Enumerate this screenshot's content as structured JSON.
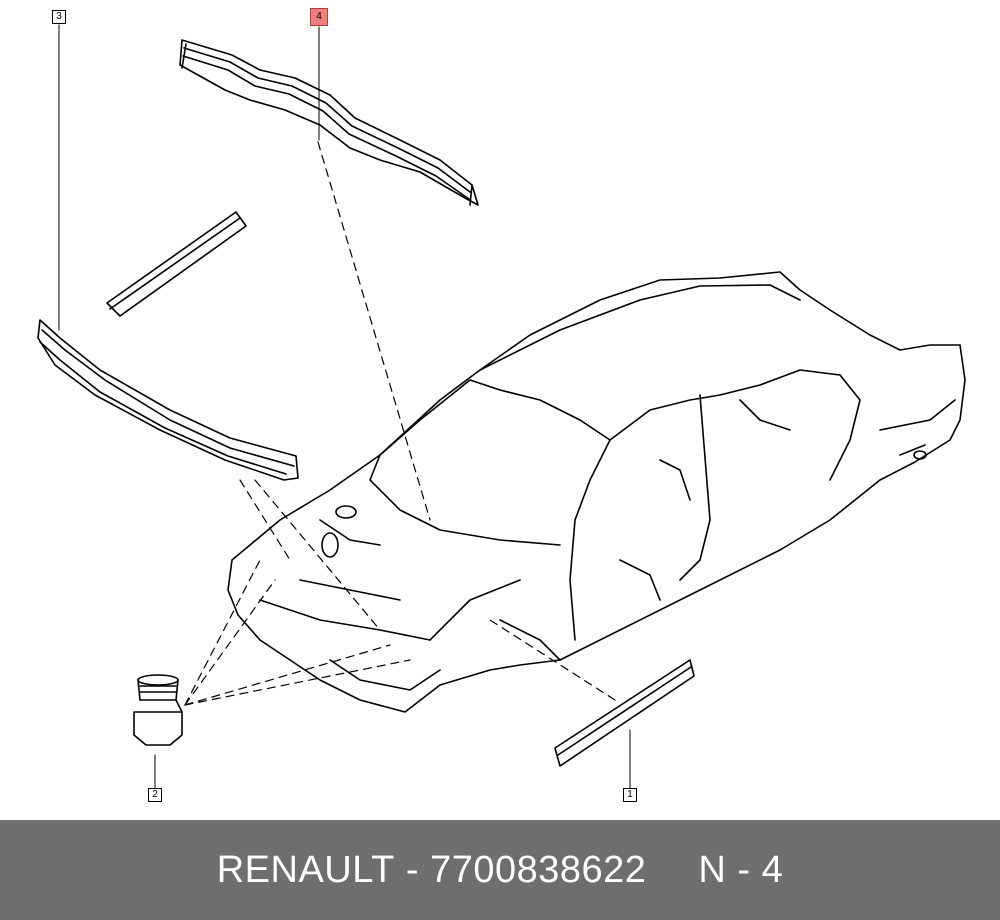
{
  "callouts": {
    "c1": "1",
    "c2": "2",
    "c3": "3",
    "c4": "4"
  },
  "footer": {
    "brand": "RENAULT",
    "separator": " - ",
    "part_number": "7700838622",
    "code": "N - 4"
  },
  "colors": {
    "highlight": "#f08080",
    "footer_bg": "#6e6e6e",
    "line": "#000000"
  }
}
